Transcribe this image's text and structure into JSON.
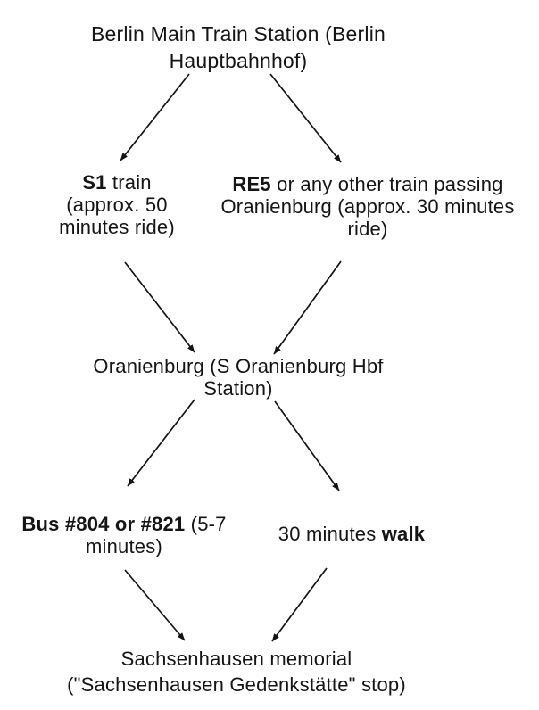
{
  "page": {
    "background_color": "#ffffff",
    "text_color": "#151515",
    "arrow_color": "#141414"
  },
  "diagram": {
    "description": "Route flowchart from Berlin Main Train Station to Sachsenhausen memorial",
    "nodes": [
      {
        "id": "berlin_hbf",
        "lines": [
          [
            {
              "t": "Berlin Main Train Station (Berlin"
            }
          ],
          [
            {
              "t": "Hauptbahnhof)"
            }
          ]
        ]
      },
      {
        "id": "s1_train",
        "lines": [
          [
            {
              "t": "S1",
              "b": true
            },
            {
              "t": " train"
            }
          ],
          [
            {
              "t": "(approx. 50"
            }
          ],
          [
            {
              "t": "minutes ride)"
            }
          ]
        ]
      },
      {
        "id": "re5_train",
        "lines": [
          [
            {
              "t": "RE5",
              "b": true
            },
            {
              "t": " or any other train passing"
            }
          ],
          [
            {
              "t": "Oranienburg (approx. 30 minutes"
            }
          ],
          [
            {
              "t": "ride)"
            }
          ]
        ]
      },
      {
        "id": "oranienburg",
        "lines": [
          [
            {
              "t": "Oranienburg (S Oranienburg Hbf"
            }
          ],
          [
            {
              "t": "Station)"
            }
          ]
        ]
      },
      {
        "id": "bus_804_821",
        "lines": [
          [
            {
              "t": "Bus #804 or #821",
              "b": true
            },
            {
              "t": " (5-7"
            }
          ],
          [
            {
              "t": "minutes)"
            }
          ]
        ]
      },
      {
        "id": "walk_30min",
        "lines": [
          [
            {
              "t": "30 minutes "
            },
            {
              "t": "walk",
              "b": true
            }
          ]
        ]
      },
      {
        "id": "memorial",
        "lines": [
          [
            {
              "t": "Sachsenhausen memorial"
            }
          ],
          [
            {
              "t": "(\"Sachsenhausen Gedenkstätte\" stop)"
            }
          ]
        ]
      }
    ],
    "edges": [
      {
        "id": "hbf-to-s1",
        "from": "berlin_hbf",
        "to": "s1_train"
      },
      {
        "id": "hbf-to-re5",
        "from": "berlin_hbf",
        "to": "re5_train"
      },
      {
        "id": "s1-to-oranienburg",
        "from": "s1_train",
        "to": "oranienburg"
      },
      {
        "id": "re5-to-oranienburg",
        "from": "re5_train",
        "to": "oranienburg"
      },
      {
        "id": "oranienburg-to-bus",
        "from": "oranienburg",
        "to": "bus_804_821"
      },
      {
        "id": "oranienburg-to-walk",
        "from": "oranienburg",
        "to": "walk_30min"
      },
      {
        "id": "bus-to-memorial",
        "from": "bus_804_821",
        "to": "memorial"
      },
      {
        "id": "walk-to-memorial",
        "from": "walk_30min",
        "to": "memorial"
      }
    ]
  }
}
